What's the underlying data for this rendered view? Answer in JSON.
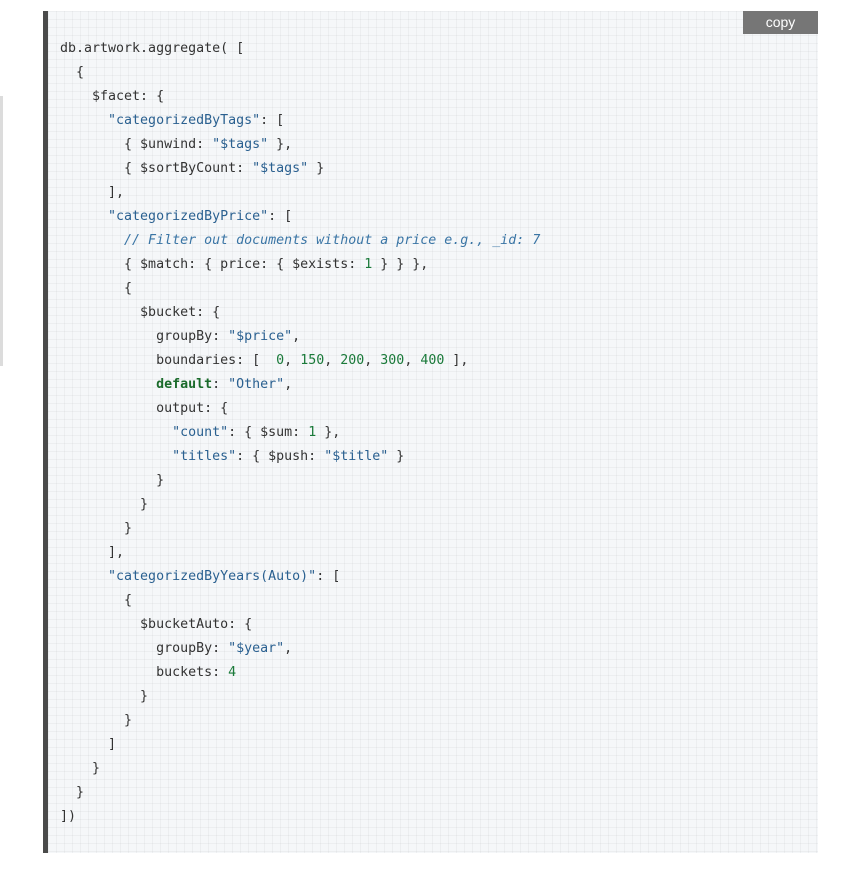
{
  "copy_button": {
    "label": "copy"
  },
  "code_lines": [
    [
      {
        "t": "pun",
        "v": "db.artwork.aggregate( ["
      }
    ],
    [
      {
        "t": "pun",
        "v": "  {"
      }
    ],
    [
      {
        "t": "pun",
        "v": "    $facet: {"
      }
    ],
    [
      {
        "t": "str",
        "v": "      \"categorizedByTags\""
      },
      {
        "t": "pun",
        "v": ": ["
      }
    ],
    [
      {
        "t": "pun",
        "v": "        { $unwind: "
      },
      {
        "t": "str",
        "v": "\"$tags\""
      },
      {
        "t": "pun",
        "v": " },"
      }
    ],
    [
      {
        "t": "pun",
        "v": "        { $sortByCount: "
      },
      {
        "t": "str",
        "v": "\"$tags\""
      },
      {
        "t": "pun",
        "v": " }"
      }
    ],
    [
      {
        "t": "pun",
        "v": "      ],"
      }
    ],
    [
      {
        "t": "str",
        "v": "      \"categorizedByPrice\""
      },
      {
        "t": "pun",
        "v": ": ["
      }
    ],
    [
      {
        "t": "com",
        "v": "        // Filter out documents without a price e.g., _id: 7"
      }
    ],
    [
      {
        "t": "pun",
        "v": "        { $match: { price: { $exists: "
      },
      {
        "t": "num",
        "v": "1"
      },
      {
        "t": "pun",
        "v": " } } },"
      }
    ],
    [
      {
        "t": "pun",
        "v": "        {"
      }
    ],
    [
      {
        "t": "pun",
        "v": "          $bucket: {"
      }
    ],
    [
      {
        "t": "pun",
        "v": "            groupBy: "
      },
      {
        "t": "str",
        "v": "\"$price\""
      },
      {
        "t": "pun",
        "v": ","
      }
    ],
    [
      {
        "t": "pun",
        "v": "            boundaries: [  "
      },
      {
        "t": "num",
        "v": "0"
      },
      {
        "t": "pun",
        "v": ", "
      },
      {
        "t": "num",
        "v": "150"
      },
      {
        "t": "pun",
        "v": ", "
      },
      {
        "t": "num",
        "v": "200"
      },
      {
        "t": "pun",
        "v": ", "
      },
      {
        "t": "num",
        "v": "300"
      },
      {
        "t": "pun",
        "v": ", "
      },
      {
        "t": "num",
        "v": "400"
      },
      {
        "t": "pun",
        "v": " ],"
      }
    ],
    [
      {
        "t": "pun",
        "v": "            "
      },
      {
        "t": "kw",
        "v": "default"
      },
      {
        "t": "pun",
        "v": ": "
      },
      {
        "t": "str",
        "v": "\"Other\""
      },
      {
        "t": "pun",
        "v": ","
      }
    ],
    [
      {
        "t": "pun",
        "v": "            output: {"
      }
    ],
    [
      {
        "t": "str",
        "v": "              \"count\""
      },
      {
        "t": "pun",
        "v": ": { $sum: "
      },
      {
        "t": "num",
        "v": "1"
      },
      {
        "t": "pun",
        "v": " },"
      }
    ],
    [
      {
        "t": "str",
        "v": "              \"titles\""
      },
      {
        "t": "pun",
        "v": ": { $push: "
      },
      {
        "t": "str",
        "v": "\"$title\""
      },
      {
        "t": "pun",
        "v": " }"
      }
    ],
    [
      {
        "t": "pun",
        "v": "            }"
      }
    ],
    [
      {
        "t": "pun",
        "v": "          }"
      }
    ],
    [
      {
        "t": "pun",
        "v": "        }"
      }
    ],
    [
      {
        "t": "pun",
        "v": "      ],"
      }
    ],
    [
      {
        "t": "str",
        "v": "      \"categorizedByYears(Auto)\""
      },
      {
        "t": "pun",
        "v": ": ["
      }
    ],
    [
      {
        "t": "pun",
        "v": "        {"
      }
    ],
    [
      {
        "t": "pun",
        "v": "          $bucketAuto: {"
      }
    ],
    [
      {
        "t": "pun",
        "v": "            groupBy: "
      },
      {
        "t": "str",
        "v": "\"$year\""
      },
      {
        "t": "pun",
        "v": ","
      }
    ],
    [
      {
        "t": "pun",
        "v": "            buckets: "
      },
      {
        "t": "num",
        "v": "4"
      }
    ],
    [
      {
        "t": "pun",
        "v": "          }"
      }
    ],
    [
      {
        "t": "pun",
        "v": "        }"
      }
    ],
    [
      {
        "t": "pun",
        "v": "      ]"
      }
    ],
    [
      {
        "t": "pun",
        "v": "    }"
      }
    ],
    [
      {
        "t": "pun",
        "v": "  }"
      }
    ],
    [
      {
        "t": "pun",
        "v": "])"
      }
    ]
  ]
}
